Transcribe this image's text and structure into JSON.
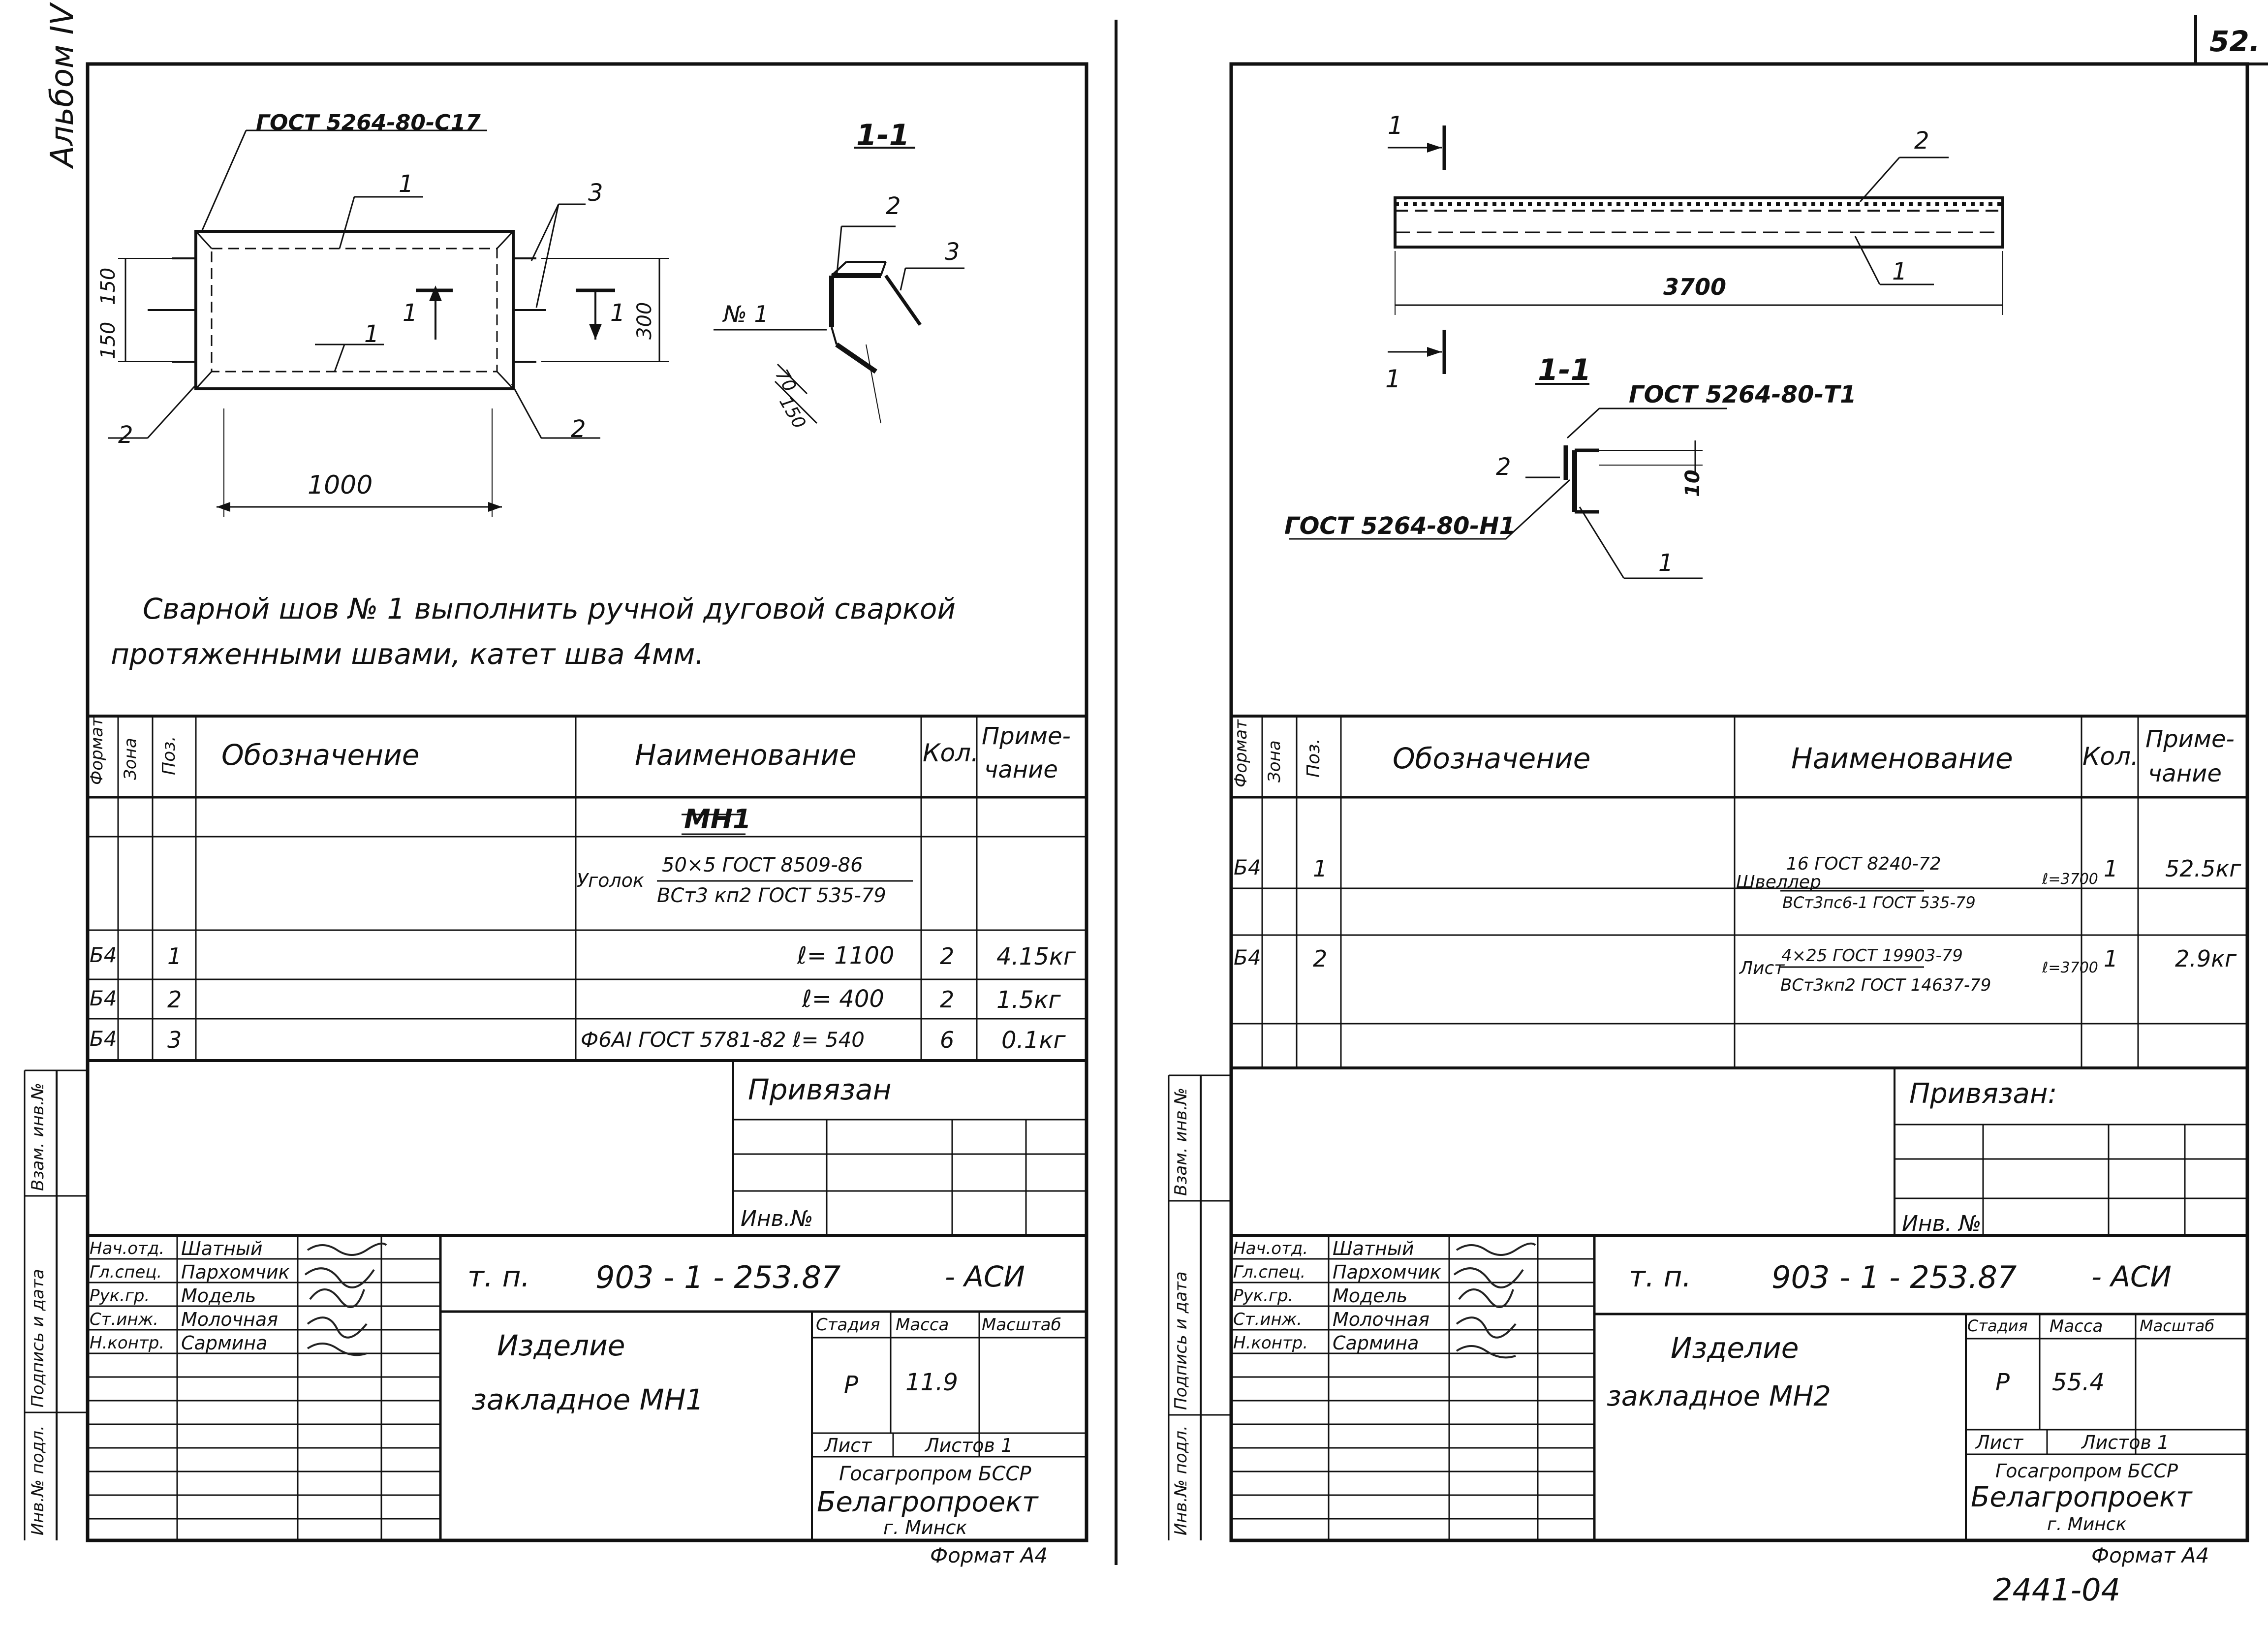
{
  "page": {
    "page_number": "52.",
    "album": "Альбом IV",
    "bottom_code": "2441-04"
  },
  "left": {
    "drawing": {
      "gost_weld": "ГОСТ 5264-80-С17",
      "section_label": "1-1",
      "pos_top": "1",
      "pos_bottom": "1",
      "pos_3": "3",
      "pos_2_left": "2",
      "pos_2_right": "2",
      "cut_1": "1",
      "cut_1b": "1",
      "dim_150_top": "150",
      "dim_150_bottom": "150",
      "dim_300": "300",
      "dim_1000": "1000",
      "sec_pos2": "2",
      "sec_pos3": "3",
      "weld_no": "№ 1",
      "dim_70": "70",
      "dim_150_sec": "150"
    },
    "note": [
      "Сварной шов № 1 выполнить ручной дуговой сваркой",
      "протяженными швами, катет шва 4мм."
    ],
    "spec": {
      "headers": [
        "Формат",
        "Зона",
        "Поз.",
        "Обозначение",
        "Наименование",
        "Кол.",
        "Приме-чание"
      ],
      "header_prim_1": "Приме-",
      "header_prim_2": "чание",
      "group": "МН1",
      "material_prefix": "Уголок",
      "material_top": "50×5 ГОСТ 8509-86",
      "material_bottom": "ВСт3 кп2 ГОСТ 535-79",
      "rows": [
        {
          "format": "Б4",
          "pos": "1",
          "name": "ℓ= 1100",
          "qty": "2",
          "note": "4.15кг"
        },
        {
          "format": "Б4",
          "pos": "2",
          "name": "ℓ= 400",
          "qty": "2",
          "note": "1.5кг"
        },
        {
          "format": "Б4",
          "pos": "3",
          "name": "Ф6АI ГОСТ 5781-82  ℓ= 540",
          "qty": "6",
          "note": "0.1кг"
        }
      ]
    },
    "stamp": {
      "privyazan": "Привязан",
      "inv_no": "Инв.№",
      "roles": [
        "Нач.отд.",
        "Гл.спец.",
        "Рук.гр.",
        "Ст.инж.",
        "Н.контр."
      ],
      "names": [
        "Шатный",
        "Пархомчик",
        "Модель",
        "Молочная",
        "Сармина"
      ],
      "code_prefix": "т. п.",
      "code": "903 - 1 - 253.87",
      "code_suffix": "- АСИ",
      "title_1": "Изделие",
      "title_2": "закладное  МН1",
      "stage_h": "Стадия",
      "mass_h": "Масса",
      "scale_h": "Масштаб",
      "stage": "Р",
      "mass": "11.9",
      "sheet_h": "Лист",
      "sheets_h": "Листов 1",
      "org_1": "Госагропром БССР",
      "org_2": "Белагропроект",
      "org_3": "г. Минск",
      "format": "Формат А4",
      "side_1": "Инв.№ подл.",
      "side_2": "Подпись и дата",
      "side_3": "Взам. инв.№"
    }
  },
  "right": {
    "drawing": {
      "cut_top": "1",
      "cut_bottom": "1",
      "pos_2": "2",
      "pos_1": "1",
      "length": "3700",
      "section_label": "1-1",
      "gost_t1": "ГОСТ 5264-80-Т1",
      "gost_n1": "ГОСТ 5264-80-Н1",
      "sec_pos2": "2",
      "sec_pos1": "1",
      "dim_10": "10"
    },
    "spec": {
      "headers": [
        "Формат",
        "Зона",
        "Поз.",
        "Обозначение",
        "Наименование",
        "Кол.",
        "Приме-чание"
      ],
      "header_prim_1": "Приме-",
      "header_prim_2": "чание",
      "rows": [
        {
          "format": "Б4",
          "pos": "1",
          "prefix": "Швеллер",
          "top": "16 ГОСТ 8240-72",
          "bottom": "ВСт3пс6-1 ГОСТ 535-79",
          "len": "ℓ=3700",
          "qty": "1",
          "note": "52.5кг"
        },
        {
          "format": "Б4",
          "pos": "2",
          "prefix": "Лист",
          "top": "4×25 ГОСТ 19903-79",
          "bottom": "ВСт3кп2 ГОСТ 14637-79",
          "len": "ℓ=3700",
          "qty": "1",
          "note": "2.9кг"
        }
      ]
    },
    "stamp": {
      "privyazan": "Привязан:",
      "inv_no": "Инв. №",
      "roles": [
        "Нач.отд.",
        "Гл.спец.",
        "Рук.гр.",
        "Ст.инж.",
        "Н.контр."
      ],
      "names": [
        "Шатный",
        "Пархомчик",
        "Модель",
        "Молочная",
        "Сармина"
      ],
      "code_prefix": "т. п.",
      "code": "903 - 1 - 253.87",
      "code_suffix": "- АСИ",
      "title_1": "Изделие",
      "title_2": "закладное  МН2",
      "stage_h": "Стадия",
      "mass_h": "Масса",
      "scale_h": "Масштаб",
      "stage": "Р",
      "mass": "55.4",
      "sheet_h": "Лист",
      "sheets_h": "Листов 1",
      "org_1": "Госагропром БССР",
      "org_2": "Белагропроект",
      "org_3": "г. Минск",
      "format": "Формат А4",
      "side_1": "Инв.№ подл.",
      "side_2": "Подпись и дата",
      "side_3": "Взам. инв.№"
    }
  }
}
